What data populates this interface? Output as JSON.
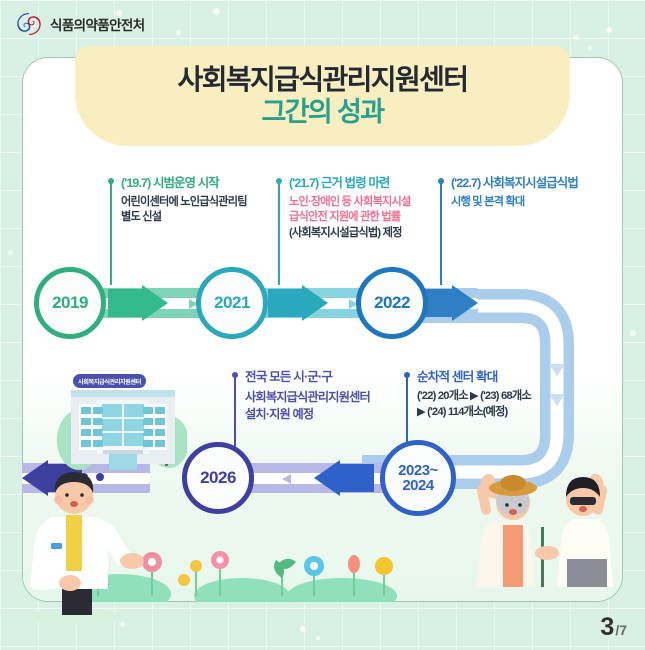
{
  "header": {
    "agency_name": "식품의약품안전처",
    "logo_icon": "mfds-taegeuk-logo-icon",
    "logo_blue": "#1b4f9c",
    "logo_red": "#c8102e"
  },
  "title": {
    "line1": "사회복지급식관리지원센터",
    "line2": "그간의 성과",
    "banner_color": "#f8eec0",
    "line1_color": "#242a33",
    "line2_color": "#27a08f"
  },
  "timeline": {
    "top_entries": [
      {
        "year": "2019",
        "heading": "('19.7) 시범운영 시작",
        "heading_color": "#2fae7e",
        "body": [
          {
            "text": "어린이센터에 노인급식관리팀",
            "color": "#2b3a4a"
          },
          {
            "text": "별도 신설",
            "color": "#2b3a4a"
          }
        ],
        "circle_color": "#2fae7e",
        "label_color": "#2fae7e"
      },
      {
        "year": "2021",
        "heading": "('21.7) 근거 법령 마련",
        "heading_color": "#2aa9bd",
        "body": [
          {
            "text": "노인·장애인 등 사회복지시설",
            "color": "#ef6f92"
          },
          {
            "text": "급식안전 지원에 관한 법률",
            "color": "#ef6f92"
          },
          {
            "text": "(사회복지시설급식법) 제정",
            "color": "#2b3a4a"
          }
        ],
        "circle_color": "#2aa9bd",
        "label_color": "#2aa9bd"
      },
      {
        "year": "2022",
        "heading": "('22.7) 사회복지시설급식법",
        "heading_color": "#2f7fc4",
        "body": [
          {
            "text": "시행 및 본격 확대",
            "color": "#2f7fc4"
          }
        ],
        "circle_color": "#1f76bf",
        "label_color": "#2f7fc4"
      }
    ],
    "bottom_entries": [
      {
        "year": "2026",
        "year_display": "2026",
        "heading": "전국 모든 시·군·구",
        "heading_color": "#4a4fb0",
        "body": [
          {
            "text": "사회복지급식관리지원센터",
            "color": "#4a4fb0"
          },
          {
            "text": "설치·지원 예정",
            "color": "#4a4fb0"
          }
        ],
        "circle_color": "#3f3fa0",
        "label_color": "#3f3fa0"
      },
      {
        "year": "2023~2024",
        "year_line1": "2023~",
        "year_line2": "2024",
        "heading": "순차적 센터 확대",
        "heading_color": "#2f62c9",
        "body": [
          {
            "text": "('22) 20개소 ▶ ('23) 68개소",
            "color": "#2b3a4a"
          },
          {
            "text": "▶ ('24) 114개소(예정)",
            "color": "#2b3a4a"
          }
        ],
        "circle_color": "#2f62c9",
        "label_color": "#2f62c9"
      }
    ]
  },
  "illustrations": {
    "building_sign": "사회복지급식관리지원센터",
    "building_icon": "welfare-center-building-icon",
    "nutritionist_icon": "nutritionist-character-icon",
    "elderly_pair_icon": "elderly-couple-waving-icon",
    "flowers_icon": "flower-garden-decoration-icon"
  },
  "page_indicator": {
    "current": "3",
    "total": "/7"
  }
}
